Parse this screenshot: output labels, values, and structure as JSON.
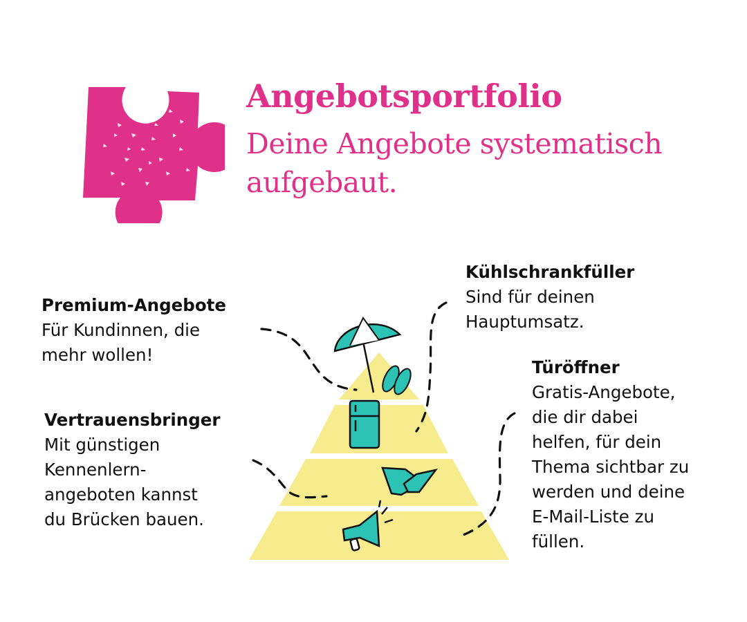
{
  "header": {
    "title": "Angebotsportfolio",
    "subtitle": "Deine Angebote systematisch aufgebaut."
  },
  "colors": {
    "accent": "#e0318a",
    "pyramid": "#f7ec8d",
    "icon": "#2cc2b4",
    "text": "#111111"
  },
  "labels": {
    "premium": {
      "heading": "Premium-Angebote",
      "text": "Für Kundinnen, die\nmehr wollen!"
    },
    "trust": {
      "heading": "Vertrauensbringer",
      "text": "Mit günstigen\nKennenlern-\nangeboten kannst\ndu Brücken bauen."
    },
    "fridge": {
      "heading": "Kühlschrankfüller",
      "text": "Sind für deinen\nHauptumsatz."
    },
    "door": {
      "heading": "Türöffner",
      "text": "Gratis-Angebote,\ndie dir dabei\nhelfen, für dein\nThema sichtbar zu\nwerden und deine\nE-Mail-Liste zu\nfüllen."
    }
  },
  "icons": [
    "puzzle-piece-icon",
    "beach-umbrella-icon",
    "flip-flops-icon",
    "fridge-icon",
    "handshake-icon",
    "megaphone-icon"
  ]
}
